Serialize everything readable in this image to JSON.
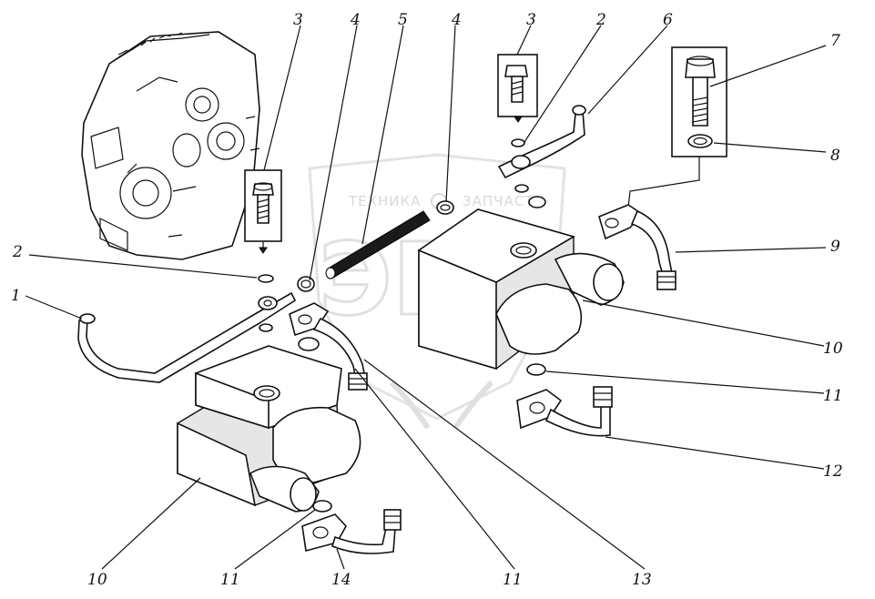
{
  "watermark": {
    "text_left": "ТЕХНИКА",
    "text_right": "ЗАПЧАСТИ",
    "logo": "ЭПФ",
    "color": "#d9d9d9"
  },
  "callouts": [
    {
      "id": "c3a",
      "label": "3"
    },
    {
      "id": "c4a",
      "label": "4"
    },
    {
      "id": "c5",
      "label": "5"
    },
    {
      "id": "c4b",
      "label": "4"
    },
    {
      "id": "c3b",
      "label": "3"
    },
    {
      "id": "c2a",
      "label": "2"
    },
    {
      "id": "c6",
      "label": "6"
    },
    {
      "id": "c7",
      "label": "7"
    },
    {
      "id": "c8",
      "label": "8"
    },
    {
      "id": "c9",
      "label": "9"
    },
    {
      "id": "c2b",
      "label": "2"
    },
    {
      "id": "c1",
      "label": "1"
    },
    {
      "id": "c10a",
      "label": "10"
    },
    {
      "id": "c11a",
      "label": "11"
    },
    {
      "id": "c12",
      "label": "12"
    },
    {
      "id": "c10b",
      "label": "10"
    },
    {
      "id": "c11b",
      "label": "11"
    },
    {
      "id": "c14",
      "label": "14"
    },
    {
      "id": "c11c",
      "label": "11"
    },
    {
      "id": "c13",
      "label": "13"
    }
  ]
}
